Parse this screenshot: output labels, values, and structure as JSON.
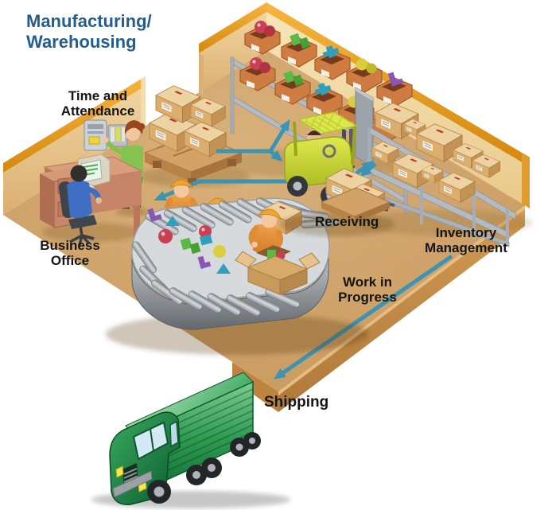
{
  "title": {
    "text": "Manufacturing/\nWarehousing",
    "color": "#235E8E"
  },
  "labels": {
    "time_attendance": "Time and\nAttendance",
    "business_office": "Business\nOffice",
    "receiving": "Receiving",
    "inventory_management": "Inventory\nManagement",
    "work_in_progress": "Work in\nProgress",
    "shipping": "Shipping"
  },
  "flows": [
    {
      "from": "receiving",
      "to": "work_in_progress"
    },
    {
      "from": "work_in_progress",
      "to": "parts_bin_shelves"
    },
    {
      "from": "receiving",
      "to": "inventory_management",
      "bidirectional": true
    },
    {
      "from": "inventory_management",
      "to": "shipping"
    }
  ],
  "colors": {
    "title_blue": "#235E8E",
    "label_black": "#151515",
    "arrow_teal": "#3A94B4",
    "wall_left": "#E6C289",
    "wall_right": "#F2DCA6",
    "trim_orange": "#E8A02C",
    "floor_tan": "#D4A46C",
    "truck_green": "#1F8C46",
    "forklift_yellow": "#CBD93B",
    "bin_orange": "#CE7C42",
    "cardboard": "#DCAE6E"
  }
}
